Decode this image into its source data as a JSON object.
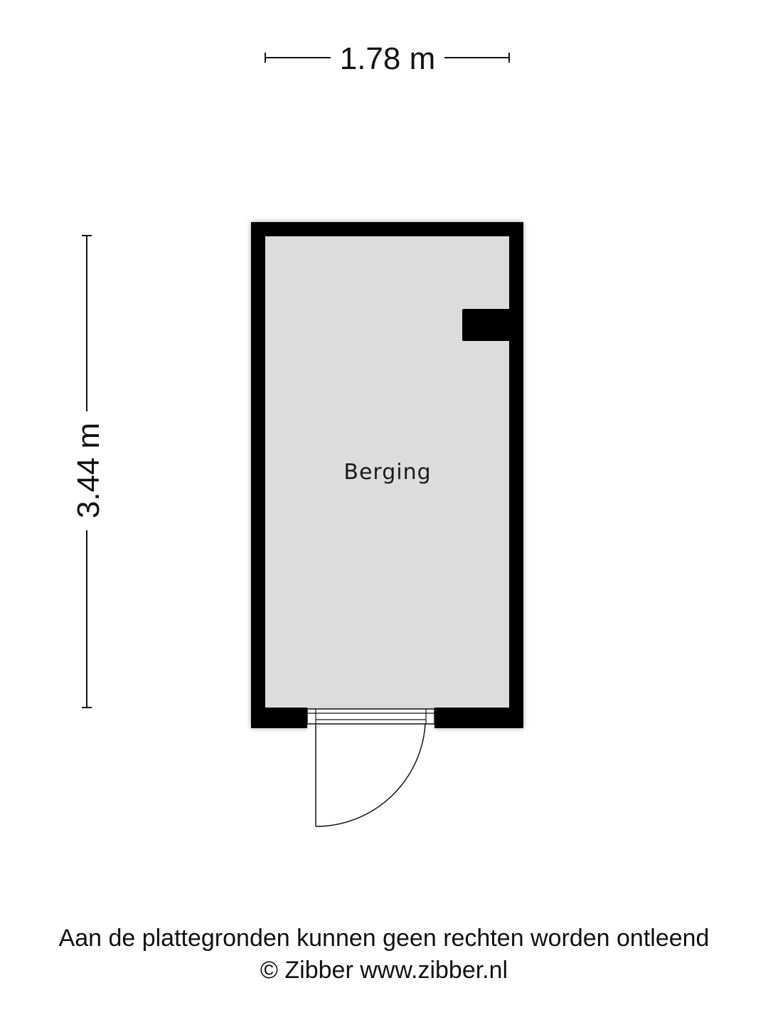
{
  "dimensions": {
    "width": "1.78 m",
    "height": "3.44 m"
  },
  "rooms": [
    {
      "name": "Berging"
    }
  ],
  "footer": {
    "disclaimer": "Aan de plattegronden kunnen geen rechten worden ontleend",
    "credit": "© Zibber www.zibber.nl"
  },
  "colors": {
    "wall": "#000000",
    "floor": "#dcdcdc",
    "text": "#111111"
  }
}
